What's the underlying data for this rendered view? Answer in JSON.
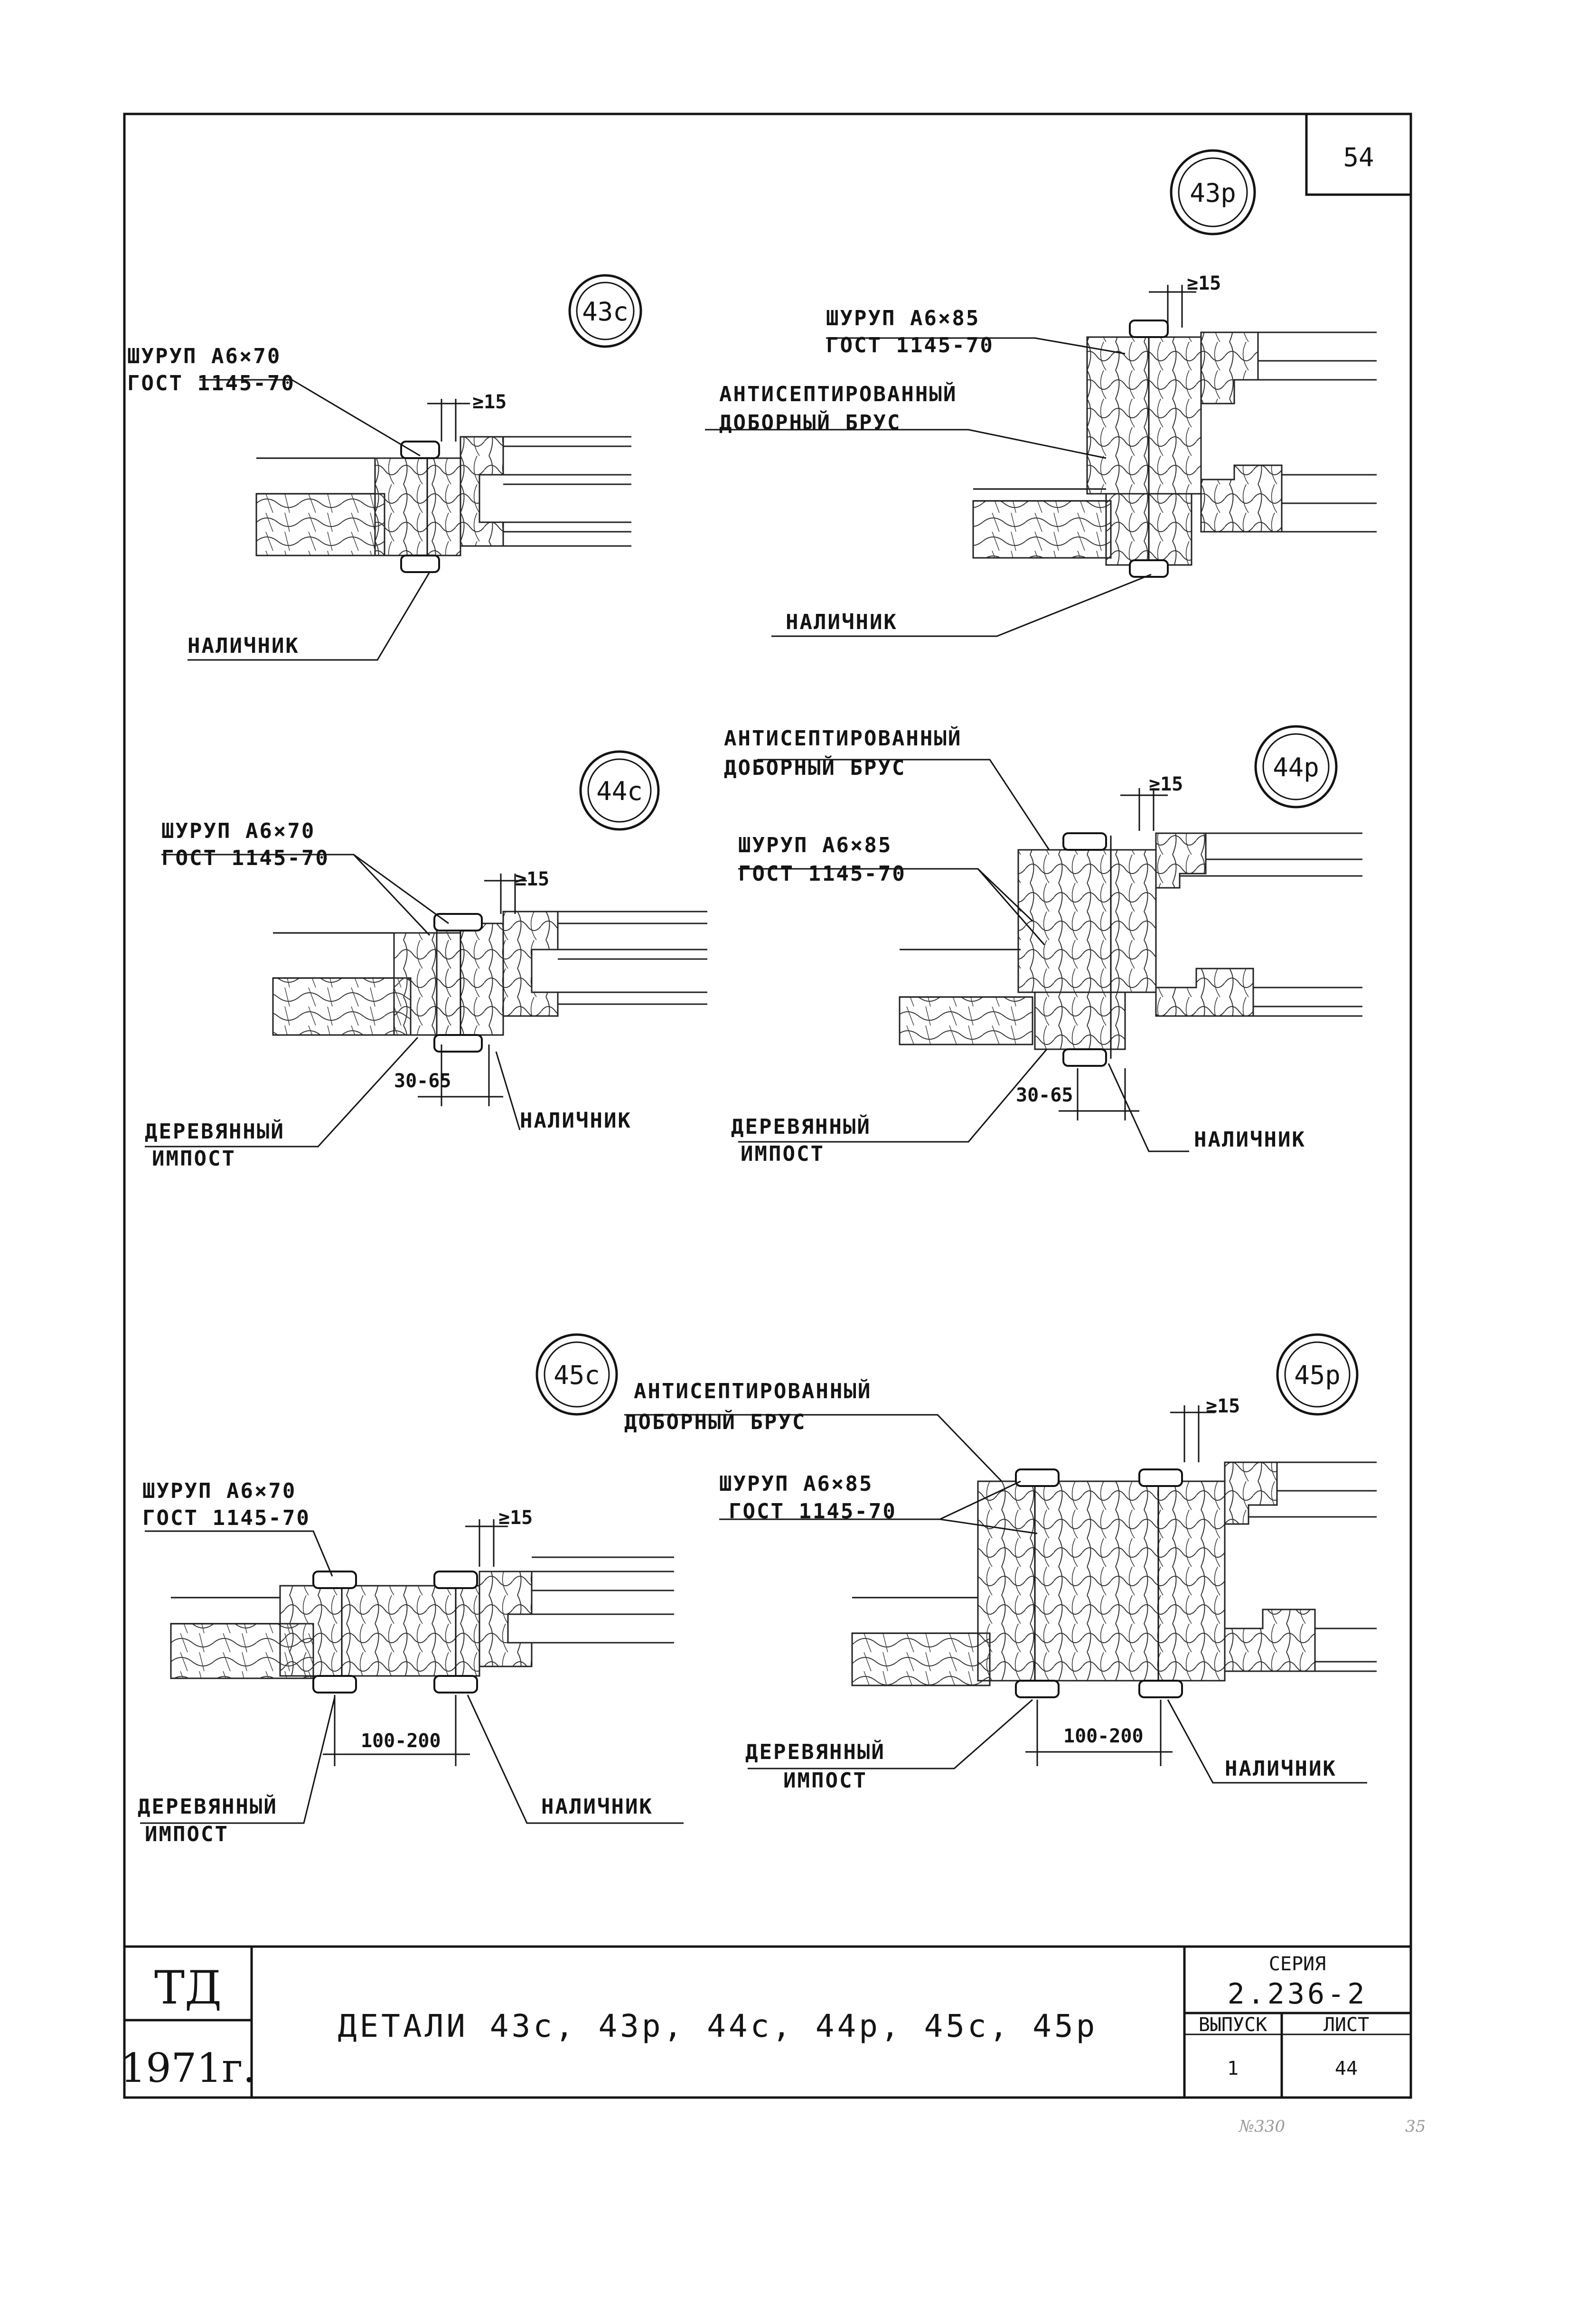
{
  "sheet_number": "54",
  "details": {
    "d43c": {
      "badge": "43с",
      "screw_line1": "ШУРУП А6×70",
      "screw_line2": "ГОСТ 1145-70",
      "gap": "≥15",
      "casing": "НАЛИЧНИК"
    },
    "d43p": {
      "badge": "43р",
      "screw_line1": "ШУРУП А6×85",
      "screw_line2": "ГОСТ 1145-70",
      "beam_line1": "АНТИСЕПТИРОВАННЫЙ",
      "beam_line2": "ДОБОРНЫЙ БРУС",
      "gap": "≥15",
      "casing": "НАЛИЧНИК"
    },
    "d44c": {
      "badge": "44с",
      "screw_line1": "ШУРУП А6×70",
      "screw_line2": "ГОСТ 1145-70",
      "gap": "≥15",
      "dim": "30-65",
      "impost_line1": "ДЕРЕВЯННЫЙ",
      "impost_line2": "ИМПОСТ",
      "casing": "НАЛИЧНИК"
    },
    "d44p": {
      "badge": "44р",
      "beam_line1": "АНТИСЕПТИРОВАННЫЙ",
      "beam_line2": "ДОБОРНЫЙ БРУС",
      "screw_line1": "ШУРУП А6×85",
      "screw_line2": "ГОСТ 1145-70",
      "gap": "≥15",
      "dim": "30-65",
      "impost_line1": "ДЕРЕВЯННЫЙ",
      "impost_line2": "ИМПОСТ",
      "casing": "НАЛИЧНИК"
    },
    "d45c": {
      "badge": "45с",
      "screw_line1": "ШУРУП А6×70",
      "screw_line2": "ГОСТ 1145-70",
      "gap": "≥15",
      "dim": "100-200",
      "impost_line1": "ДЕРЕВЯННЫЙ",
      "impost_line2": "ИМПОСТ",
      "casing": "НАЛИЧНИК"
    },
    "d45p": {
      "badge": "45р",
      "beam_line1": "АНТИСЕПТИРОВАННЫЙ",
      "beam_line2": "ДОБОРНЫЙ БРУС",
      "screw_line1": "ШУРУП А6×85",
      "screw_line2": "ГОСТ 1145-70",
      "gap": "≥15",
      "dim": "100-200",
      "impost_line1": "ДЕРЕВЯННЫЙ",
      "impost_line2": "ИМПОСТ",
      "casing": "НАЛИЧНИК"
    }
  },
  "title_block": {
    "org": "ТД",
    "year": "1971г.",
    "title": "ДЕТАЛИ 43с, 43р, 44с, 44р, 45с, 45р",
    "series_label": "СЕРИЯ",
    "series_value": "2.236-2",
    "issue_label": "ВЫПУСК",
    "issue_value": "1",
    "sheet_label": "ЛИСТ",
    "sheet_value": "44"
  },
  "archive_mark": "№330",
  "corner_mark": "35"
}
